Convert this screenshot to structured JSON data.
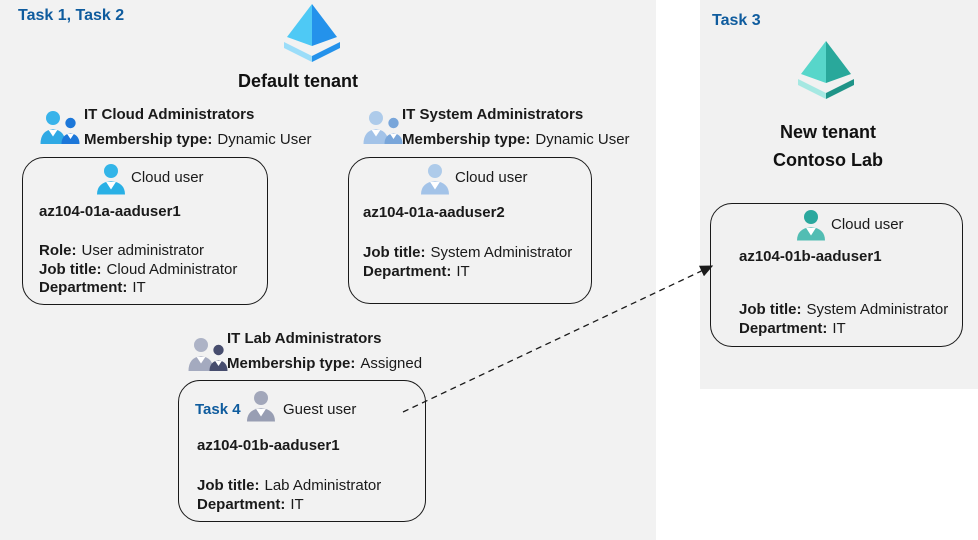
{
  "colors": {
    "task_label_blue": "#0f5c9e",
    "panel_background": "#f2f2f2",
    "card_border": "#1a1a1a",
    "cloud_user_cyan": "#2fb3e8",
    "system_user_steel_blue": "#a9c7e9",
    "guest_user_gray": "#a8aec2",
    "teal_user": "#2aa79c",
    "tenant_blue_light": "#4ec9f5",
    "tenant_blue_dark": "#2492eb",
    "tenant_teal_light": "#57d6ca",
    "tenant_teal_dark": "#29a89b"
  },
  "icons": {
    "default_tenant": "azure-tenant-pyramid-blue",
    "new_tenant": "azure-tenant-pyramid-teal",
    "group": "users-group-icon",
    "cloud_user": "person-icon",
    "guest_user": "person-icon-gray"
  },
  "left_region": {
    "tasks_label": "Task 1, Task 2",
    "tenant_title": "Default tenant",
    "groups": [
      {
        "name": "IT Cloud Administrators",
        "membership_label": "Membership type:",
        "membership_value": "Dynamic User"
      },
      {
        "name": "IT System Administrators",
        "membership_label": "Membership type:",
        "membership_value": "Dynamic User"
      },
      {
        "name": "IT Lab Administrators",
        "membership_label": "Membership type:",
        "membership_value": "Assigned"
      }
    ],
    "cards": [
      {
        "user_type": "Cloud user",
        "name": "az104-01a-aaduser1",
        "fields": [
          {
            "label": "Role:",
            "value": "User administrator"
          },
          {
            "label": "Job title:",
            "value": "Cloud Administrator"
          },
          {
            "label": "Department:",
            "value": "IT"
          }
        ]
      },
      {
        "user_type": "Cloud user",
        "name": "az104-01a-aaduser2",
        "fields": [
          {
            "label": "Job title:",
            "value": "System Administrator"
          },
          {
            "label": "Department:",
            "value": "IT"
          }
        ]
      },
      {
        "task_label": "Task 4",
        "user_type": "Guest user",
        "name": "az104-01b-aaduser1",
        "fields": [
          {
            "label": "Job title:",
            "value": "Lab Administrator"
          },
          {
            "label": "Department:",
            "value": "IT"
          }
        ]
      }
    ]
  },
  "right_region": {
    "task_label": "Task 3",
    "tenant_title_line1": "New tenant",
    "tenant_title_line2": "Contoso Lab",
    "card": {
      "user_type": "Cloud user",
      "name": "az104-01b-aaduser1",
      "fields": [
        {
          "label": "Job title:",
          "value": "System Administrator"
        },
        {
          "label": "Department:",
          "value": "IT"
        }
      ]
    }
  }
}
